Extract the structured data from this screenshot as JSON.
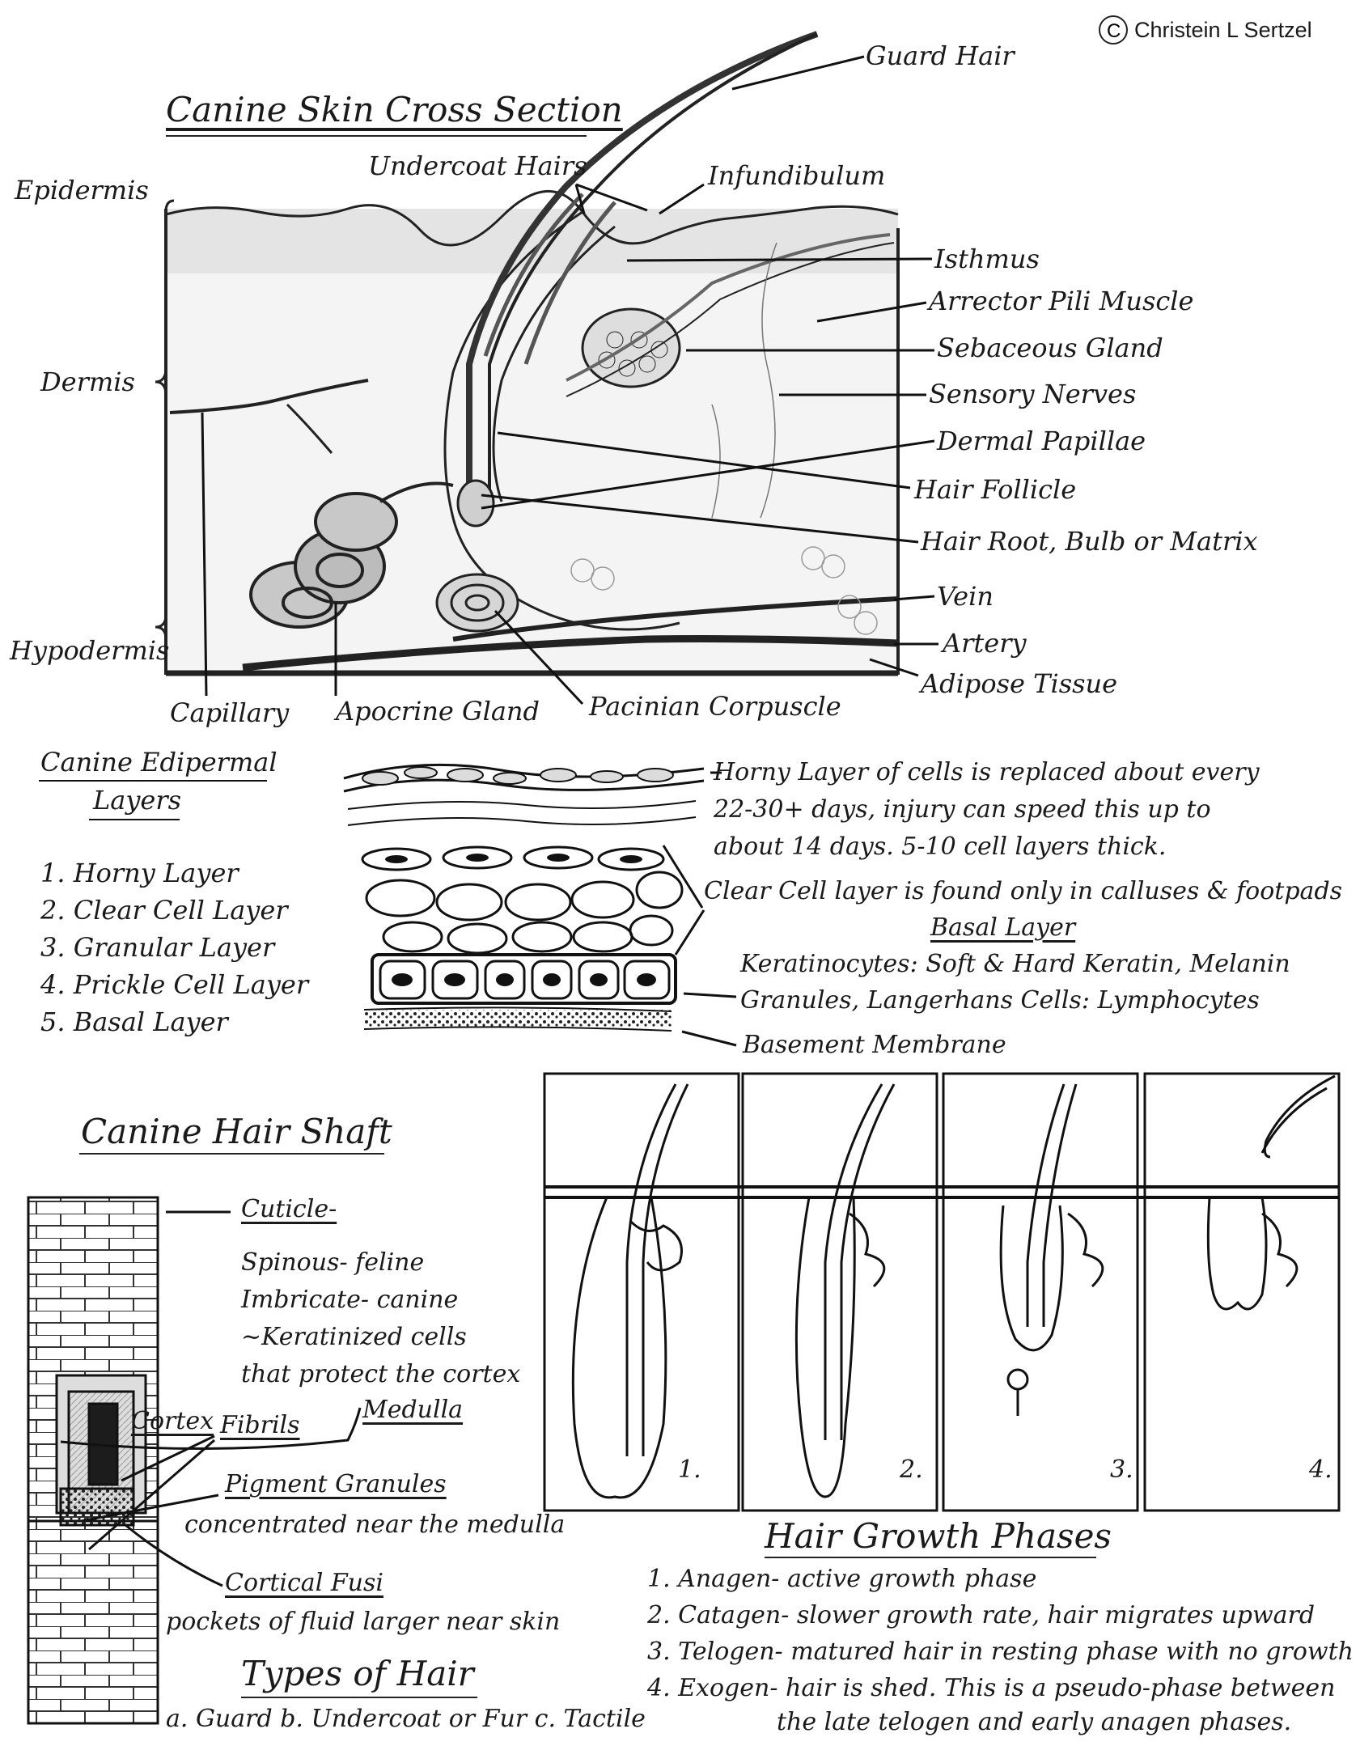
{
  "copyright": "Christein L Sertzel",
  "cross_section": {
    "title": "Canine Skin Cross Section",
    "layers": {
      "epidermis": "Epidermis",
      "dermis": "Dermis",
      "hypodermis": "Hypodermis"
    },
    "labels": {
      "guard_hair": "Guard Hair",
      "undercoat_hairs": "Undercoat Hairs",
      "infundibulum": "Infundibulum",
      "isthmus": "Isthmus",
      "arrector": "Arrector Pili Muscle",
      "sebaceous": "Sebaceous Gland",
      "sensory": "Sensory Nerves",
      "papillae": "Dermal Papillae",
      "follicle": "Hair Follicle",
      "root": "Hair Root, Bulb or Matrix",
      "vein": "Vein",
      "artery": "Artery",
      "adipose": "Adipose Tissue",
      "capillary": "Capillary",
      "apocrine": "Apocrine Gland",
      "pacinian": "Pacinian Corpuscle"
    }
  },
  "epidermal": {
    "title_line1": "Canine Edipermal",
    "title_line2": "Layers",
    "list": [
      "1. Horny Layer",
      "2. Clear Cell Layer",
      "3. Granular Layer",
      "4. Prickle Cell Layer",
      "5. Basal Layer"
    ],
    "horny_note": [
      "Horny Layer of cells is replaced about every",
      "22-30+ days, injury can speed this up to",
      "about 14 days.    5-10 cell layers thick."
    ],
    "clear_note": "Clear Cell layer is found only in calluses & footpads",
    "basal_title": "Basal Layer",
    "basal_note": [
      "Keratinocytes: Soft & Hard Keratin, Melanin",
      "Granules, Langerhans Cells: Lymphocytes"
    ],
    "basement": "Basement Membrane"
  },
  "hair_shaft": {
    "title": "Canine Hair Shaft",
    "cuticle": "Cuticle-",
    "cuticle_notes": [
      "Spinous- feline",
      "Imbricate- canine",
      "~Keratinized cells",
      "that protect the cortex"
    ],
    "medulla": "Medulla",
    "cortex": "Cortex",
    "fibrils": "Fibrils",
    "pigment": "Pigment Granules",
    "pigment_note": "concentrated near the medulla",
    "fusi": "Cortical Fusi",
    "fusi_note": "pockets of fluid larger near skin"
  },
  "types": {
    "title": "Types of Hair",
    "list": "a. Guard  b. Undercoat or Fur c. Tactile"
  },
  "phases": {
    "panel_numbers": [
      "1.",
      "2.",
      "3.",
      "4."
    ],
    "title": "Hair Growth Phases",
    "list": [
      "1. Anagen- active growth phase",
      "2. Catagen- slower growth rate, hair migrates upward",
      "3. Telogen- matured hair in resting phase with no growth",
      "4. Exogen- hair is shed. This is a pseudo-phase between"
    ],
    "list_cont": "the late telogen and early anagen phases."
  }
}
